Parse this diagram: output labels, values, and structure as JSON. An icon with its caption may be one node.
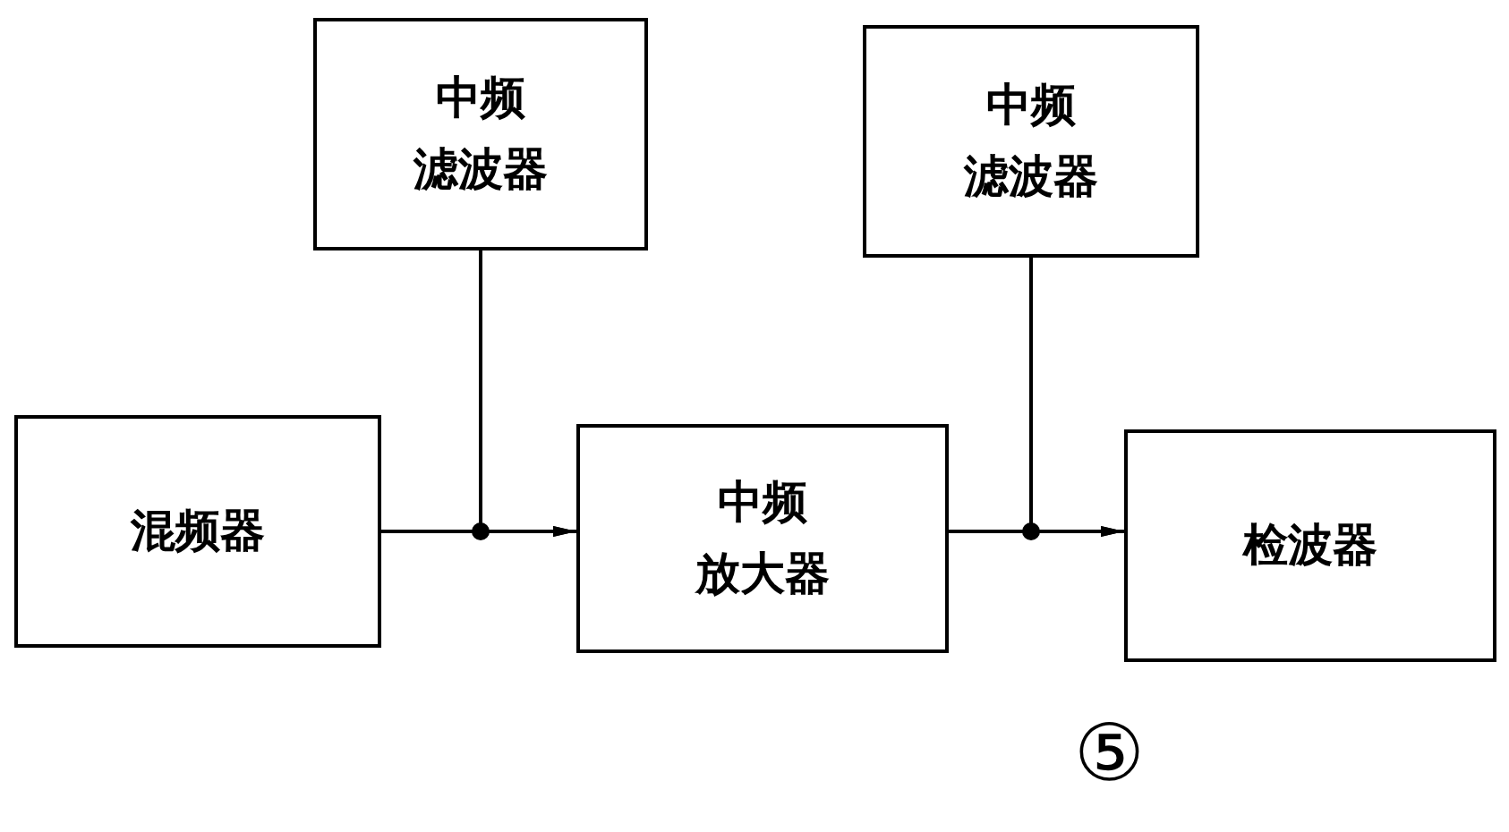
{
  "diagram": {
    "nodes": [
      {
        "text": [
          "混频器"
        ]
      },
      {
        "text": [
          "中频",
          "滤波器"
        ]
      },
      {
        "text": [
          "中频",
          "放大器"
        ]
      },
      {
        "text": [
          "中频",
          "滤波器"
        ]
      },
      {
        "text": [
          "检波器"
        ]
      }
    ],
    "edges": [
      {
        "from": 0,
        "to": 2,
        "arrow": "to"
      },
      {
        "from": 1,
        "to": 2,
        "arrow": "to"
      },
      {
        "from": 2,
        "to": 4,
        "arrow": "to"
      },
      {
        "from": 3,
        "to": 4,
        "arrow": "to"
      }
    ],
    "labels": [
      "⑤"
    ]
  }
}
